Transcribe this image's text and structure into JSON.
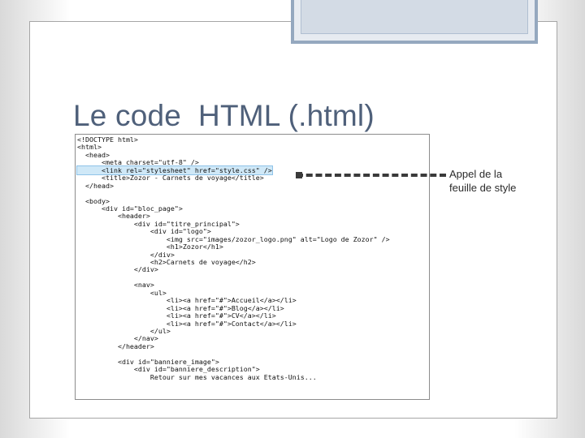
{
  "slide": {
    "title": "Le code  HTML (.html)",
    "annotation": {
      "line1": "Appel de la",
      "line2": "feuille de style"
    }
  },
  "code": {
    "highlight_index": 4,
    "lines": [
      "<!DOCTYPE html>",
      "<html>",
      "  <head>",
      "      <meta charset=\"utf-8\" />",
      "      <link rel=\"stylesheet\" href=\"style.css\" />",
      "      <title>Zozor - Carnets de voyage</title>",
      "  </head>",
      "",
      "  <body>",
      "      <div id=\"bloc_page\">",
      "          <header>",
      "              <div id=\"titre_principal\">",
      "                  <div id=\"logo\">",
      "                      <img src=\"images/zozor_logo.png\" alt=\"Logo de Zozor\" />",
      "                      <h1>Zozor</h1>",
      "                  </div>",
      "                  <h2>Carnets de voyage</h2>",
      "              </div>",
      "",
      "              <nav>",
      "                  <ul>",
      "                      <li><a href=\"#\">Accueil</a></li>",
      "                      <li><a href=\"#\">Blog</a></li>",
      "                      <li><a href=\"#\">CV</a></li>",
      "                      <li><a href=\"#\">Contact</a></li>",
      "                  </ul>",
      "              </nav>",
      "          </header>",
      "",
      "          <div id=\"banniere_image\">",
      "              <div id=\"banniere_description\">",
      "                  Retour sur mes vacances aux Etats-Unis..."
    ]
  },
  "colors": {
    "title": "#4f607a",
    "accent_border": "#95a8bf",
    "highlight": "#cfe8f7",
    "connector": "#3a3a3a"
  }
}
